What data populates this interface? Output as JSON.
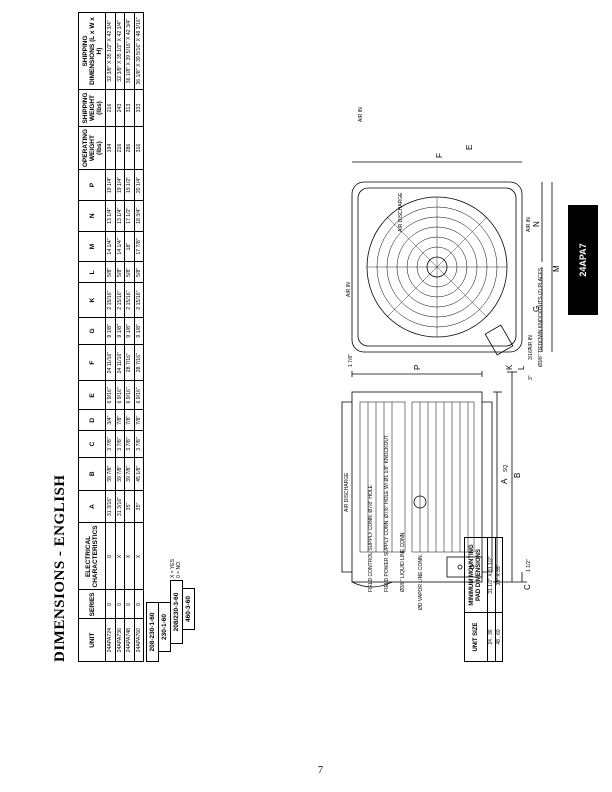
{
  "page": {
    "title": "DIMENSIONS - ENGLISH",
    "page_number": "7",
    "side_tab": "24APA7"
  },
  "spec_table": {
    "headers": [
      "UNIT",
      "SERIES",
      "ELECTRICAL CHARACTERISTICS",
      "A",
      "B",
      "C",
      "D",
      "E",
      "F",
      "G",
      "K",
      "L",
      "M",
      "N",
      "P",
      "OPERATING WEIGHT (lbs)",
      "SHIPPING WEIGHT (lbs)",
      "SHIPPING DIMENSIONS (L x W x H)"
    ],
    "rows": [
      [
        "24APA724",
        "0",
        "0",
        "31 3/16\"",
        "39 7/8\"",
        "3 7/8\"",
        "3/4\"",
        "6 9/16\"",
        "24 11/16\"",
        "9 1/8\"",
        "2 15/16\"",
        "5/8\"",
        "14 1/4\"",
        "13 1/4\"",
        "19 1/4\"",
        "194",
        "216",
        "32 3/8\" X 35 1/2\" X 42 3/4\""
      ],
      [
        "24APA736",
        "0",
        "X",
        "31 3/16\"",
        "39 7/8\"",
        "3 7/8\"",
        "7/8\"",
        "6 9/16\"",
        "24 11/16\"",
        "9 1/8\"",
        "2 15/16\"",
        "5/8\"",
        "14 1/4\"",
        "13 1/4\"",
        "19 1/4\"",
        "216",
        "243",
        "32 3/8\" X 35 1/2\" X 42 3/4\""
      ],
      [
        "24APA748",
        "0",
        "X",
        "35\"",
        "39 7/8\"",
        "3 7/8\"",
        "7/8\"",
        "6 9/16\"",
        "28 7/16\"",
        "9 1/8\"",
        "2 15/16\"",
        "5/8\"",
        "18\"",
        "17 1/2\"",
        "19 1/2\"",
        "286",
        "313",
        "36 1/8\" X 39 5/16\" X 42 3/4\""
      ],
      [
        "24APA760",
        "0",
        "X",
        "35\"",
        "45 1/8\"",
        "3 7/8\"",
        "7/8\"",
        "6 9/16\"",
        "28 7/16\"",
        "9 1/8\"",
        "2 15/16\"",
        "5/8\"",
        "17 7/8\"",
        "18 3/4\"",
        "20 1/4\"",
        "316",
        "333",
        "36 1/8\" X 39 5/16\" X 48 3/16\""
      ]
    ]
  },
  "voltages": {
    "v1": "208-230-1-60",
    "v2": "230-1-60",
    "v3": "208/230-3-60",
    "v4": "460-3-60"
  },
  "legend": {
    "line1": "X = YES",
    "line2": "0 = NO"
  },
  "pad_table": {
    "title": "MINIMUM MOUNTING PAD DIMENSIONS",
    "headers": [
      "UNIT SIZE",
      "MINIMUM MOUNTING PAD DIMENSIONS"
    ],
    "rows": [
      [
        "24 , 36",
        "31 1/2\" X 31 1/2\""
      ],
      [
        "48 , 60",
        "35\" X 35\""
      ]
    ]
  },
  "drawing": {
    "labels": {
      "air_discharge_top": "AIR DISCHARGE",
      "air_in_right": "AIR IN",
      "air_in_top": "AIR IN",
      "air_in_left": "AIR IN",
      "air_in_bottom": "AIR IN",
      "air_discharge_side": "AIR DISCHARGE",
      "tiedown": "Ø3/8\" TIEDOWN KNOCKOUTS (2) PLACES",
      "field_control": "FIELD CONTROL SUPPLY CONN. Ø7/8\" HOLE",
      "field_power": "FIELD POWER SUPPLY CONN. Ø7/8\" HOLE W/ Ø1 1/8\" KNOCKOUT",
      "liquid_line": "Ø3/8\" LIQUID LINE CONN.",
      "vapor_line": "ØD VAPOR LINE CONN.",
      "dim_A": "A",
      "dim_A_sq": "SQ.",
      "dim_B": "B",
      "dim_C": "C",
      "dim_E": "E",
      "dim_F": "F",
      "dim_G": "G",
      "dim_K": "K",
      "dim_L": "L",
      "dim_M": "M",
      "dim_N": "N",
      "dim_P": "P",
      "dim_1_7_8": "1 7/8\"",
      "dim_1_1_2": "1 1/2\"",
      "dim_3": "3\"",
      "dim_3_16": "3/16\""
    }
  }
}
